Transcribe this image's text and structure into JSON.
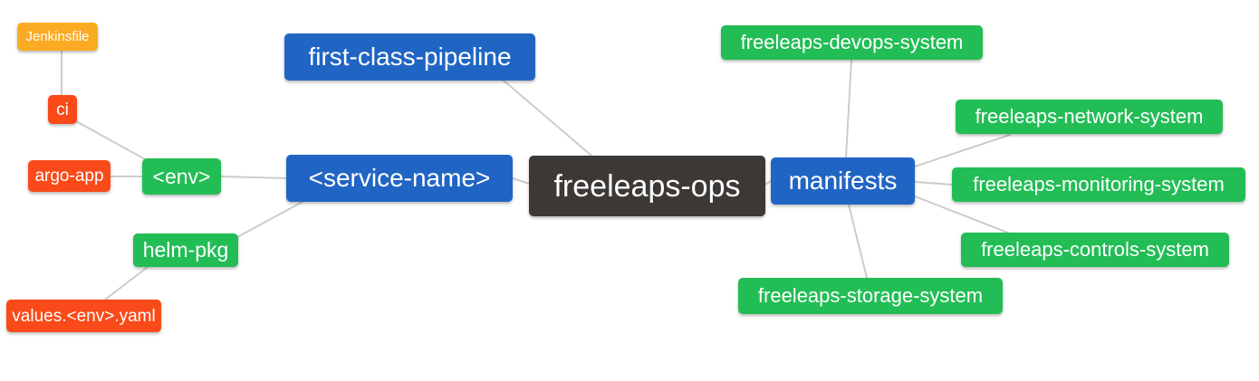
{
  "diagram": {
    "type": "mindmap",
    "root_label": "freeleaps-ops",
    "colors": {
      "root_bg": "#3b3836",
      "branch_bg": "#2165c4",
      "level2_bg": "#23bd56",
      "level3_bg": "#fa4a1a",
      "level4_bg": "#fbab23",
      "edge": "#cccccc",
      "text": "#ffffff",
      "background": "#ffffff"
    },
    "nodes": [
      {
        "id": "jenkinsfile",
        "label": "Jenkinsfile",
        "level": 4
      },
      {
        "id": "ci",
        "label": "ci",
        "level": 3
      },
      {
        "id": "argo-app",
        "label": "argo-app",
        "level": 3
      },
      {
        "id": "env",
        "label": "<env>",
        "level": 2
      },
      {
        "id": "helm-pkg",
        "label": "helm-pkg",
        "level": 2
      },
      {
        "id": "values",
        "label": "values.<env>.yaml",
        "level": 3
      },
      {
        "id": "pipeline",
        "label": "first-class-pipeline",
        "level": 1
      },
      {
        "id": "service",
        "label": "<service-name>",
        "level": 1
      },
      {
        "id": "ops",
        "label": "freeleaps-ops",
        "level": 0
      },
      {
        "id": "manifests",
        "label": "manifests",
        "level": 1
      },
      {
        "id": "devops",
        "label": "freeleaps-devops-system",
        "level": 2
      },
      {
        "id": "network",
        "label": "freeleaps-network-system",
        "level": 2
      },
      {
        "id": "monitoring",
        "label": "freeleaps-monitoring-system",
        "level": 2
      },
      {
        "id": "controls",
        "label": "freeleaps-controls-system",
        "level": 2
      },
      {
        "id": "storage",
        "label": "freeleaps-storage-system",
        "level": 2
      }
    ],
    "edges": [
      {
        "from": "ci",
        "to": "jenkinsfile"
      },
      {
        "from": "env",
        "to": "ci"
      },
      {
        "from": "env",
        "to": "argo-app"
      },
      {
        "from": "service",
        "to": "env"
      },
      {
        "from": "service",
        "to": "helm-pkg"
      },
      {
        "from": "helm-pkg",
        "to": "values"
      },
      {
        "from": "ops",
        "to": "service"
      },
      {
        "from": "ops",
        "to": "pipeline"
      },
      {
        "from": "ops",
        "to": "manifests"
      },
      {
        "from": "manifests",
        "to": "devops"
      },
      {
        "from": "manifests",
        "to": "network"
      },
      {
        "from": "manifests",
        "to": "monitoring"
      },
      {
        "from": "manifests",
        "to": "controls"
      },
      {
        "from": "manifests",
        "to": "storage"
      }
    ]
  }
}
